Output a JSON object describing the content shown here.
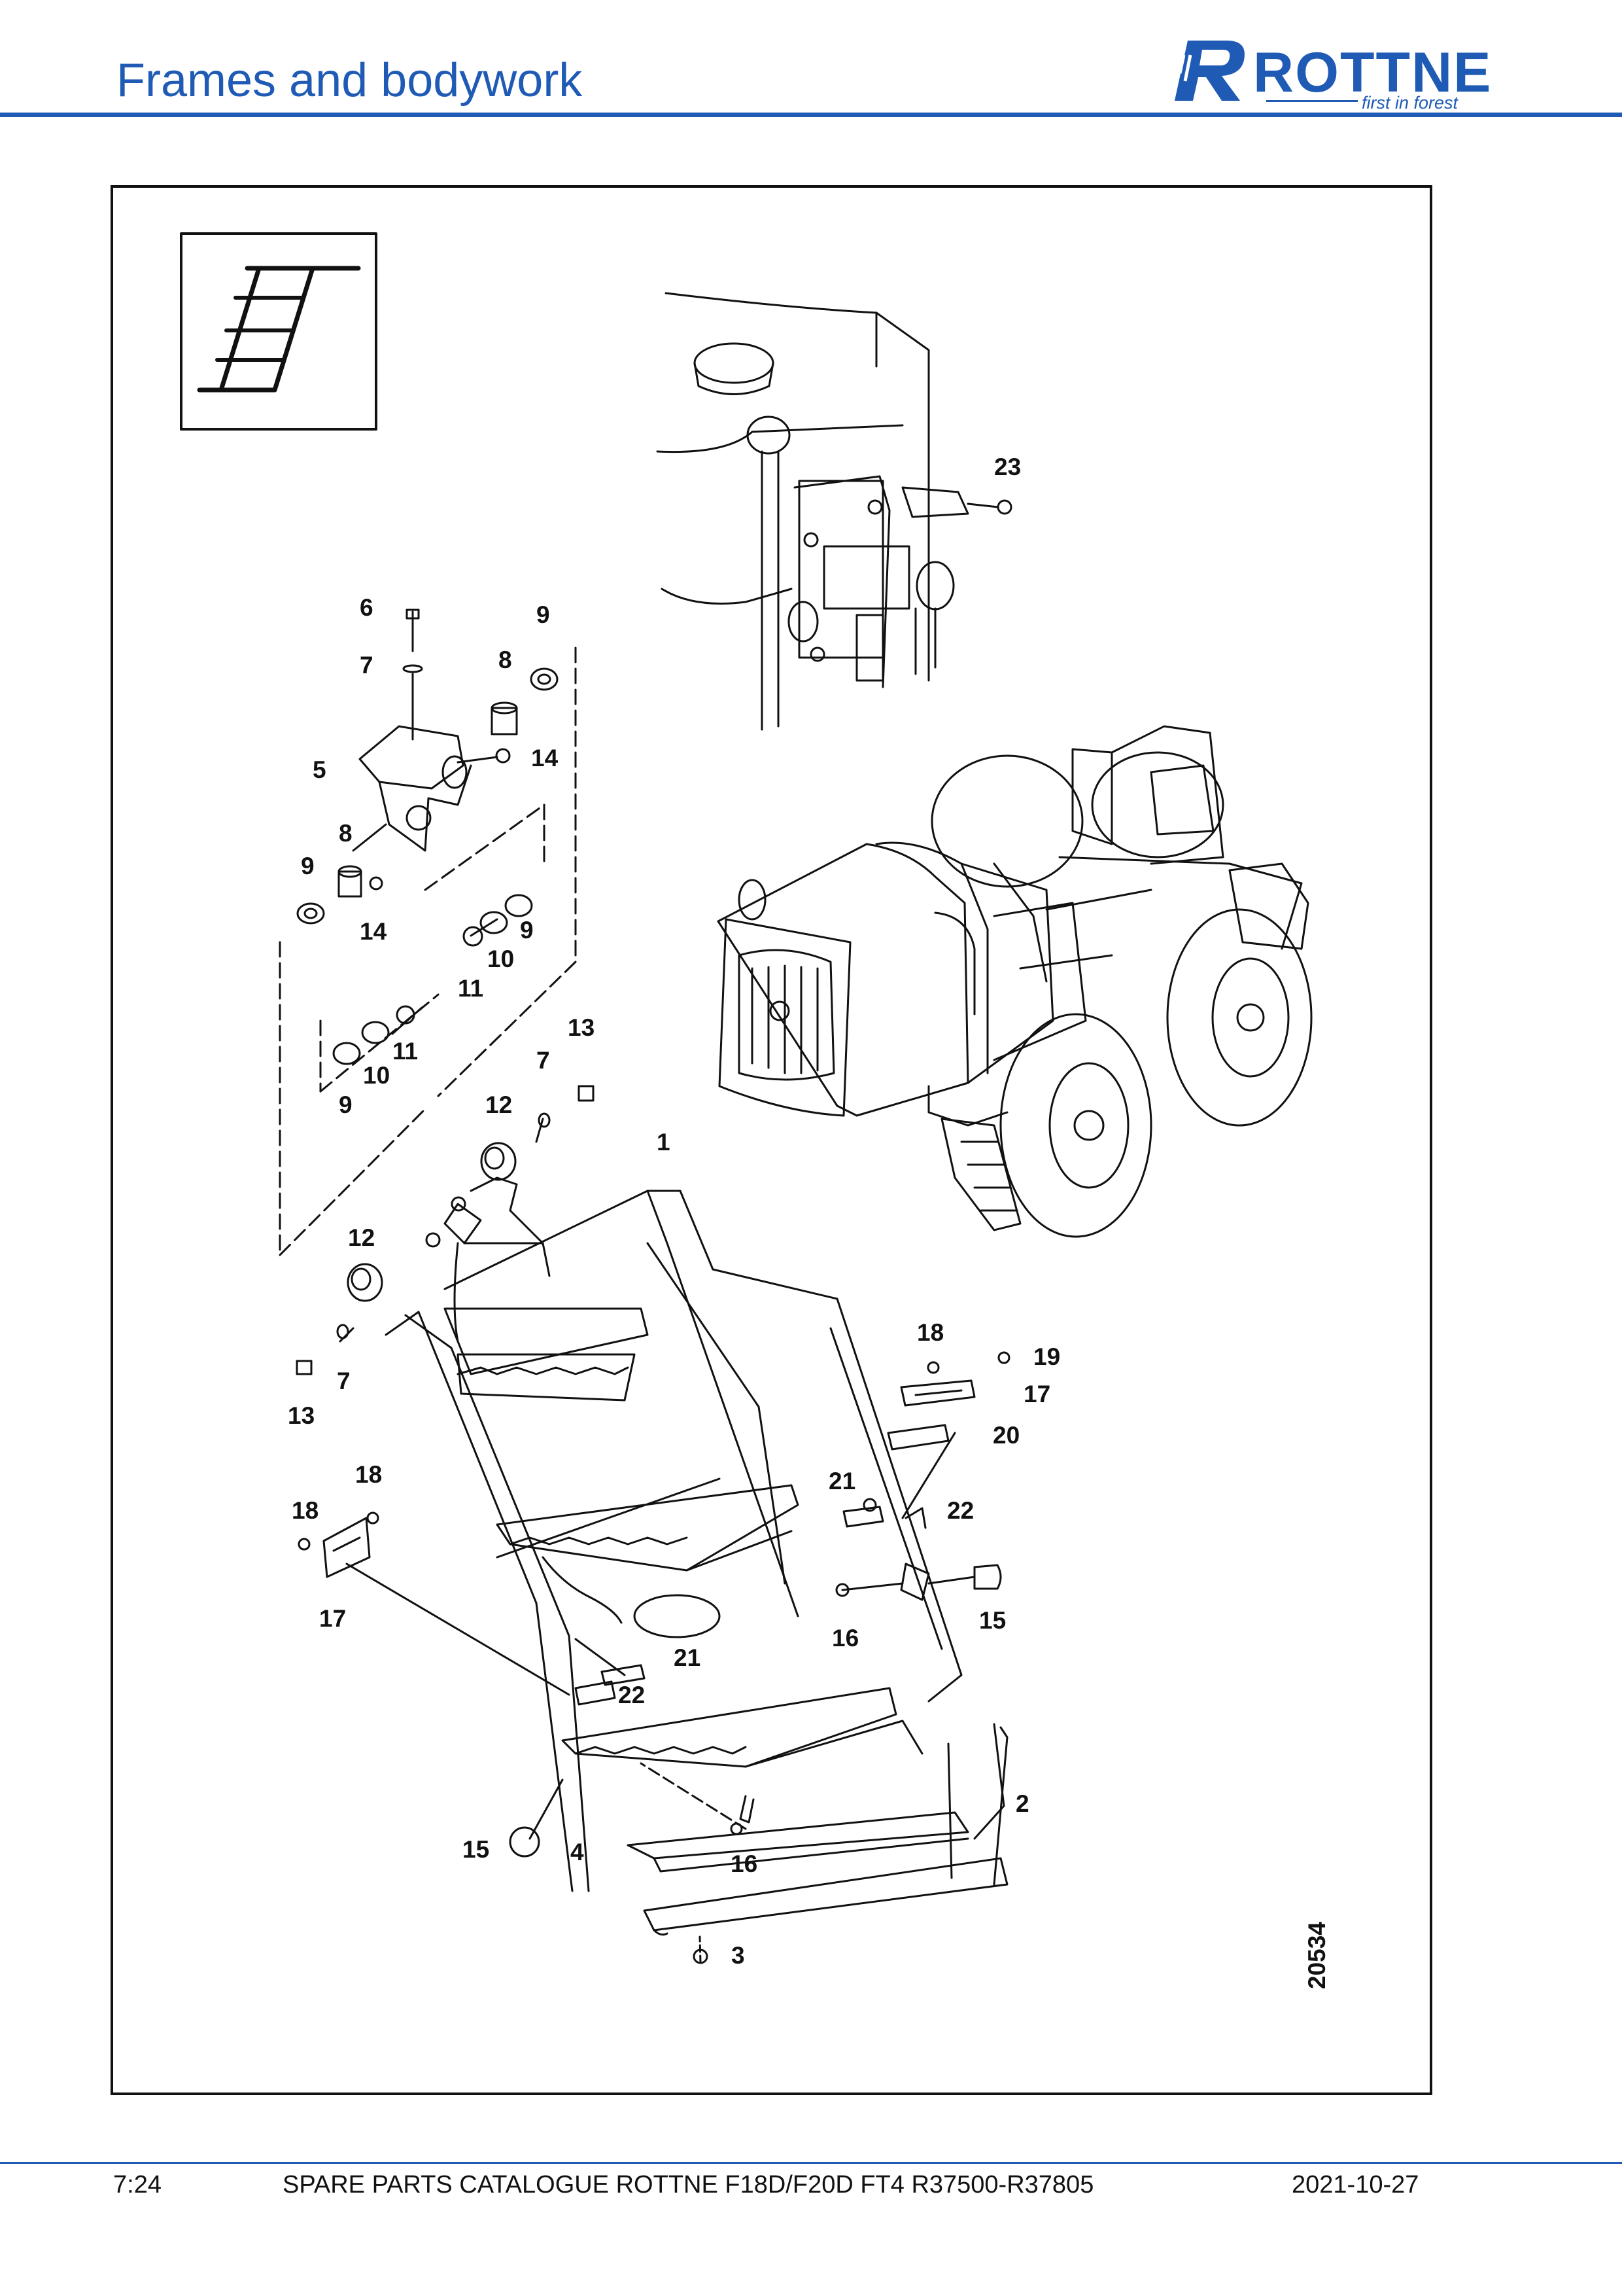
{
  "header": {
    "title": "Frames and bodywork",
    "brand": {
      "name": "ROTTNE",
      "tagline": "first in forest",
      "color": "#1f5bb5"
    }
  },
  "diagram": {
    "drawing_number": "20534",
    "category_icon": "step-ladder-icon",
    "callouts": [
      "23",
      "6",
      "9",
      "7",
      "8",
      "5",
      "14",
      "8",
      "9",
      "14",
      "9",
      "10",
      "11",
      "11",
      "10",
      "9",
      "13",
      "7",
      "12",
      "1",
      "12",
      "7",
      "13",
      "18",
      "19",
      "17",
      "20",
      "18",
      "18",
      "21",
      "22",
      "17",
      "16",
      "15",
      "21",
      "22",
      "2",
      "15",
      "4",
      "16",
      "3"
    ]
  },
  "footer": {
    "page": "7:24",
    "catalogue": "SPARE PARTS CATALOGUE ROTTNE F18D/F20D FT4 R37500-R37805",
    "date": "2021-10-27"
  }
}
